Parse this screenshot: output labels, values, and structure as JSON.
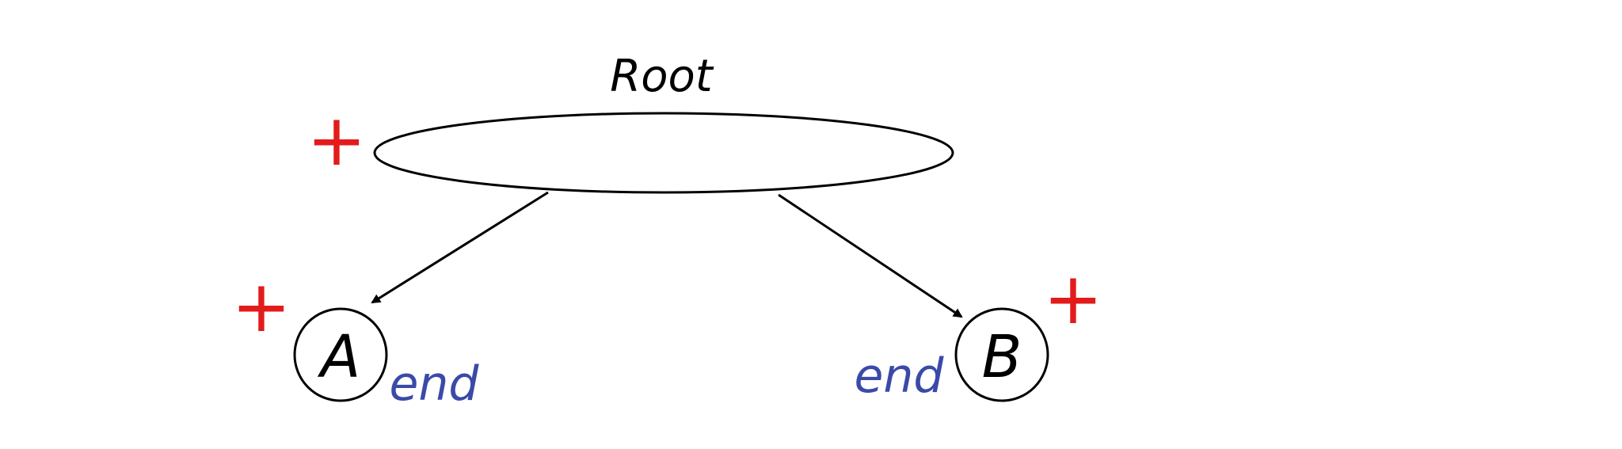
{
  "diagram": {
    "root": {
      "label": "Root"
    },
    "nodes": [
      {
        "id": "A",
        "label": "A",
        "note": "end"
      },
      {
        "id": "B",
        "label": "B",
        "note": "end"
      }
    ],
    "edges": [
      {
        "from": "Root",
        "to": "A"
      },
      {
        "from": "Root",
        "to": "B"
      }
    ],
    "marks": [
      "+",
      "+",
      "+"
    ],
    "colors": {
      "stroke": "#000000",
      "plus_mark": "#e31b1b",
      "end_note": "#3a4aa8",
      "background": "#ffffff"
    }
  }
}
